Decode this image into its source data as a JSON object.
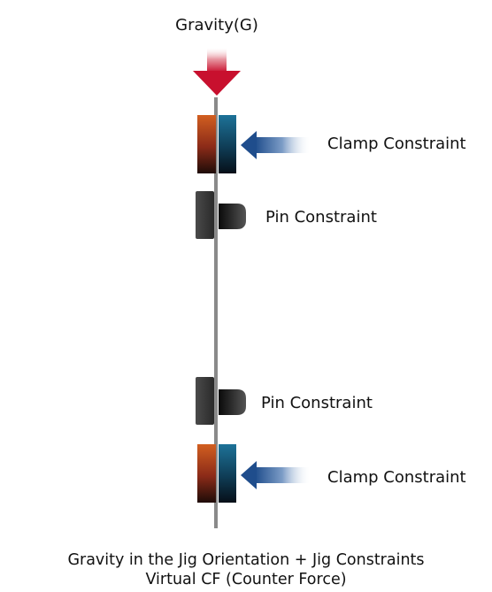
{
  "gravity": {
    "label": "Gravity(G)"
  },
  "constraints": {
    "clamp_top": "Clamp Constraint",
    "pin_top": "Pin Constraint",
    "pin_bottom": "Pin Constraint",
    "clamp_bottom": "Clamp Constraint"
  },
  "caption": {
    "line1": "Gravity in the Jig Orientation + Jig Constraints",
    "line2": "Virtual CF (Counter Force)"
  },
  "colors": {
    "gravity_arrow": "#c8102e",
    "clamp_left": "#c0531f",
    "clamp_right": "#1a6890",
    "clamp_arrow": "#1f4d8c",
    "pin": "#3a3a3a",
    "part_line": "#8a8a8a"
  }
}
